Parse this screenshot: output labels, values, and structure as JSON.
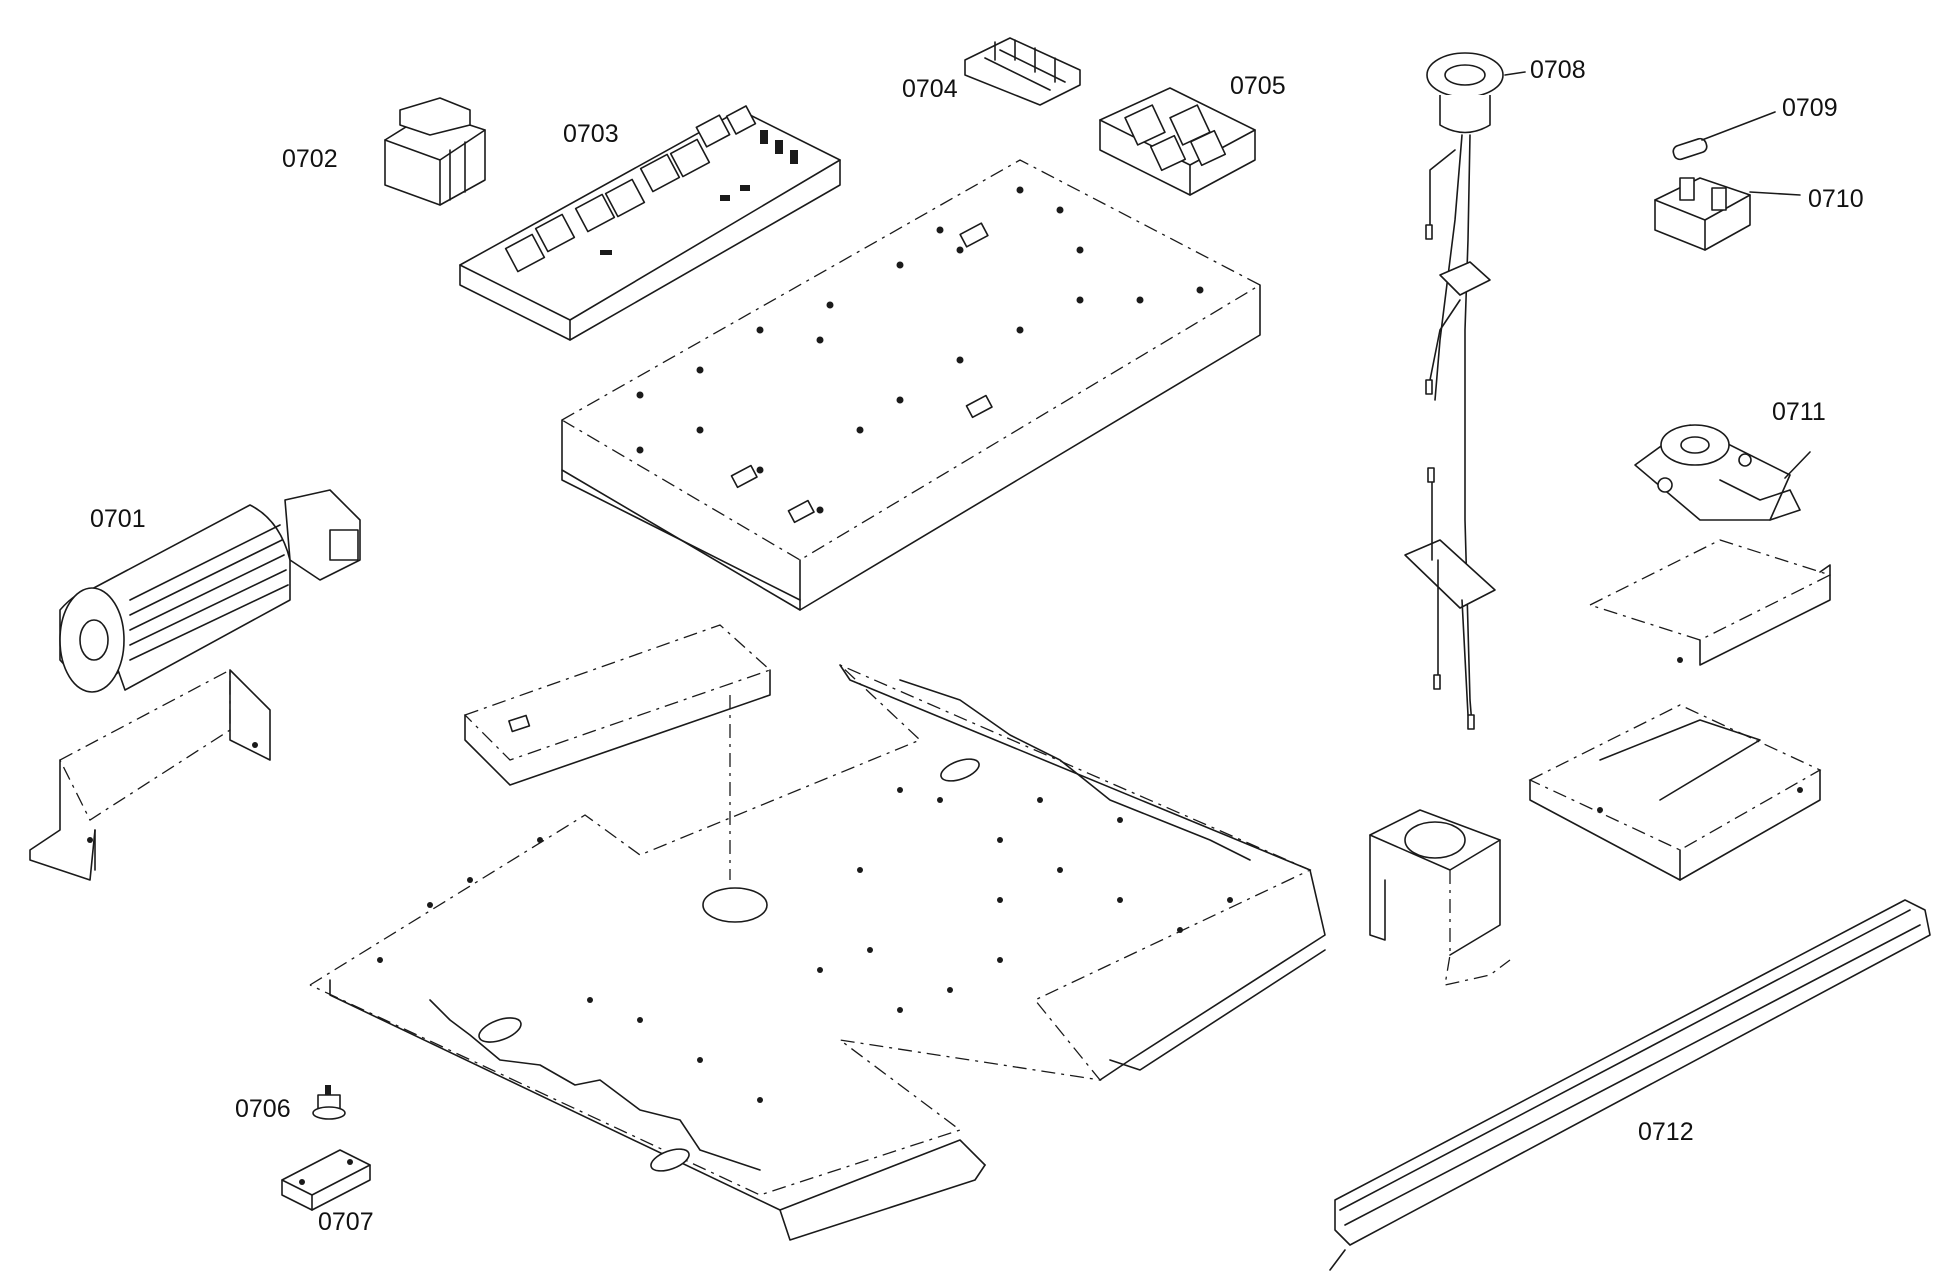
{
  "parts": [
    {
      "id": "0701",
      "label": "0701"
    },
    {
      "id": "0702",
      "label": "0702"
    },
    {
      "id": "0703",
      "label": "0703"
    },
    {
      "id": "0704",
      "label": "0704"
    },
    {
      "id": "0705",
      "label": "0705"
    },
    {
      "id": "0706",
      "label": "0706"
    },
    {
      "id": "0707",
      "label": "0707"
    },
    {
      "id": "0708",
      "label": "0708"
    },
    {
      "id": "0709",
      "label": "0709"
    },
    {
      "id": "0710",
      "label": "0710"
    },
    {
      "id": "0711",
      "label": "0711"
    },
    {
      "id": "0712",
      "label": "0712"
    }
  ]
}
